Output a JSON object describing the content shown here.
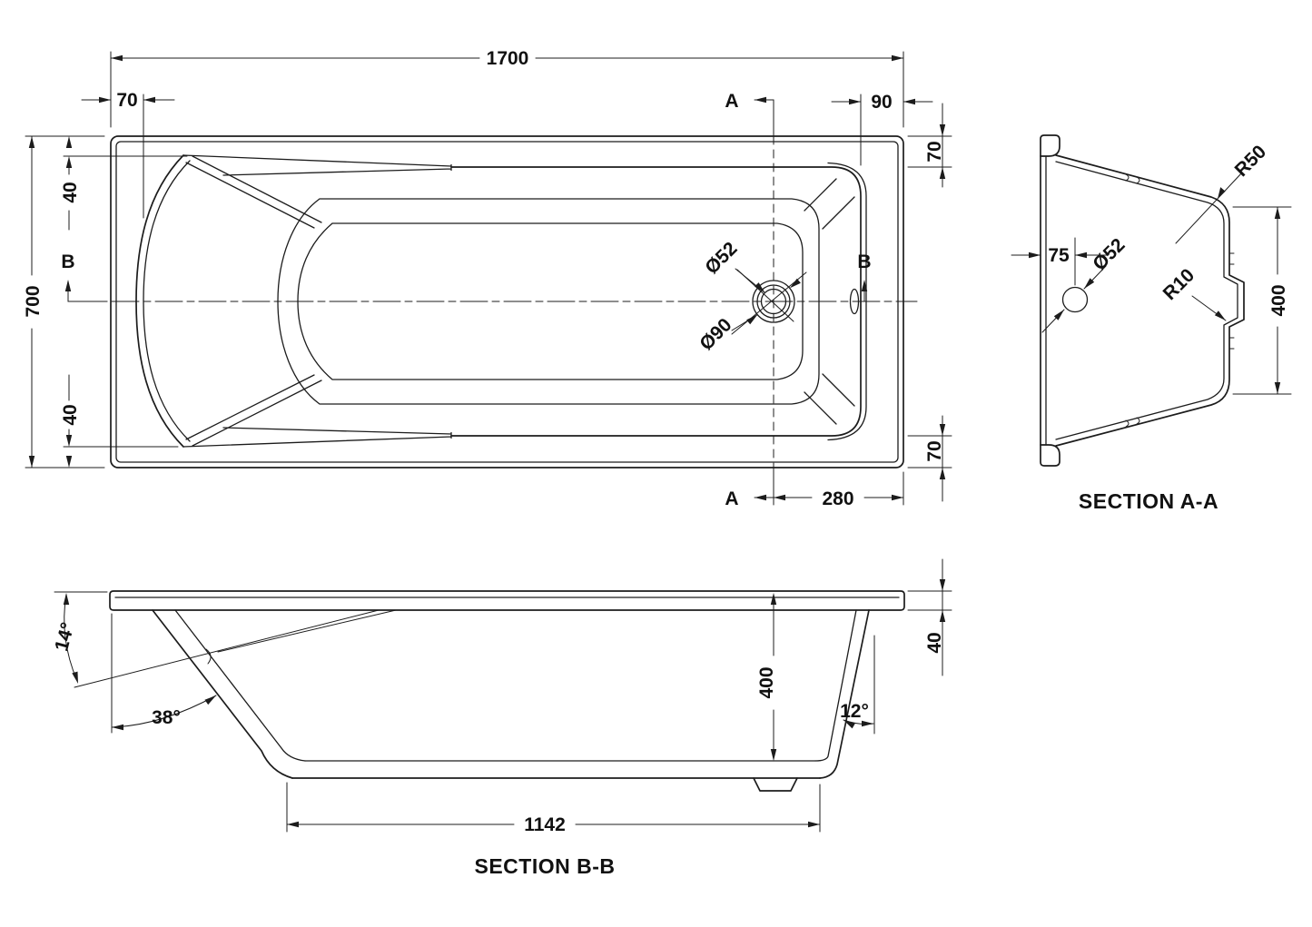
{
  "plan": {
    "dim_length": "1700",
    "dim_head_inset": "70",
    "dim_foot_inset": "90",
    "dim_width": "700",
    "dim_head_side_top": "40",
    "dim_head_side_bottom": "40",
    "dim_foot_side_top": "70",
    "dim_foot_side_bottom": "70",
    "dim_drain_offset": "280",
    "label_section_a_top": "A",
    "label_section_a_bottom": "A",
    "label_section_b_left": "B",
    "label_section_b_right": "B",
    "label_drain_dia": "Ø52",
    "label_waste_dia": "Ø90"
  },
  "section_aa": {
    "title": "SECTION A-A",
    "dim_drain_center": "75",
    "label_drain_dia": "Ø52",
    "label_corner_radius": "R50",
    "label_recess_radius": "R10",
    "dim_depth": "400"
  },
  "section_bb": {
    "title": "SECTION B-B",
    "angle_ledge": "14°",
    "angle_backrest": "38°",
    "dim_rim_height": "40",
    "dim_depth": "400",
    "angle_foot_wall": "12°",
    "dim_base_length": "1142"
  }
}
